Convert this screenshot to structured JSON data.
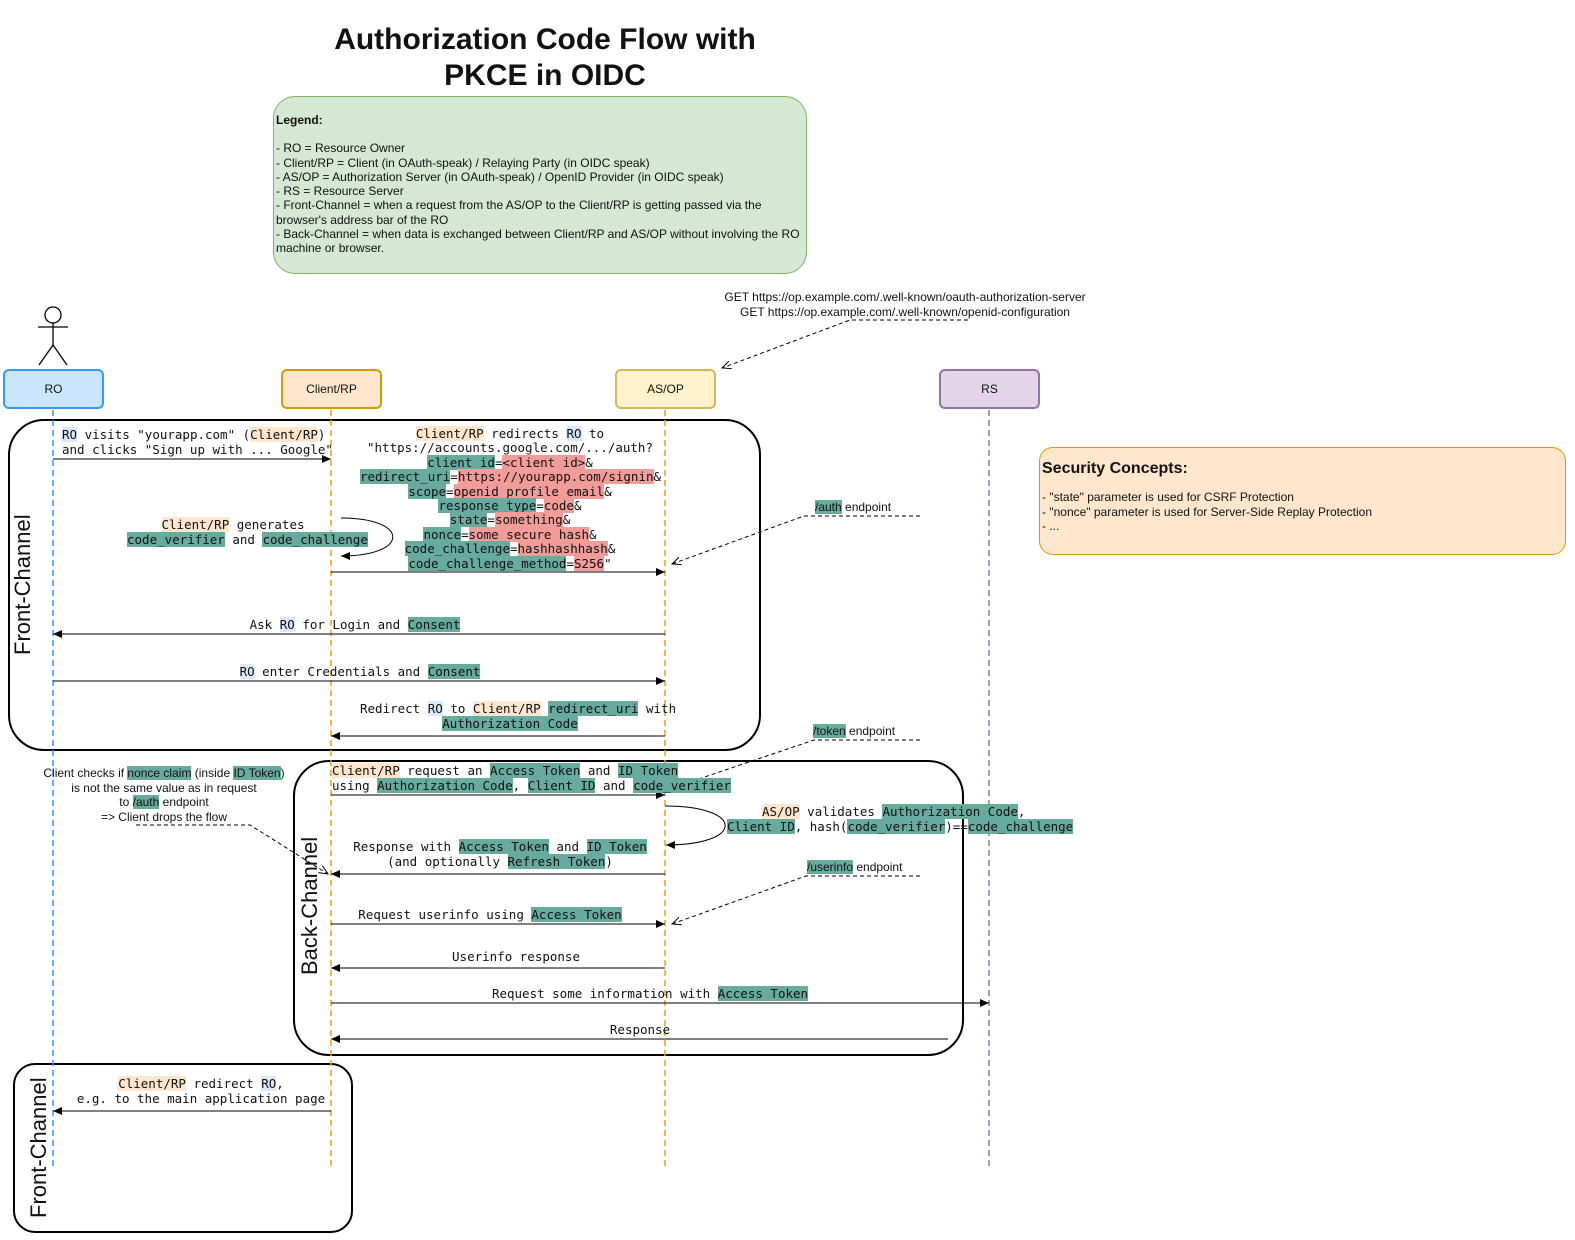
{
  "title": {
    "line1": "Authorization Code Flow with",
    "line2": "PKCE in OIDC"
  },
  "legend": {
    "heading": "Legend:",
    "items": [
      "- RO = Resource Owner",
      "- Client/RP = Client (in OAuth-speak) / Relaying Party (in OIDC speak)",
      "- AS/OP = Authorization Server (in OAuth-speak) / OpenID Provider (in OIDC speak)",
      "- RS = Resource Server",
      "- Front-Channel = when a request from the AS/OP to the Client/RP is getting passed via the browser's address bar of the RO",
      "- Back-Channel = when data is exchanged between Client/RP and AS/OP without involving the RO machine or browser."
    ]
  },
  "security": {
    "heading": "Security Concepts:",
    "items": [
      "- \"state\" parameter is used for CSRF Protection",
      "- \"nonce\" parameter is used for Server-Side Replay Protection",
      "- ..."
    ]
  },
  "wellknown": {
    "line1": "GET https://op.example.com/.well-known/oauth-authorization-server",
    "line2": "GET https://op.example.com/.well-known/openid-configuration"
  },
  "actors": {
    "ro": "RO",
    "client": "Client/RP",
    "asop": "AS/OP",
    "rs": "RS"
  },
  "regions": {
    "front1": "Front-Channel",
    "back": "Back-Channel",
    "front2": "Front-Channel"
  },
  "endpoints": {
    "auth": {
      "code": "/auth",
      "text": " endpoint"
    },
    "token": {
      "code": "/token",
      "text": " endpoint"
    },
    "userinfo": {
      "code": "/userinfo",
      "text": " endpoint"
    }
  },
  "messages": {
    "m1": {
      "ro": "RO",
      "visits": " visits \"yourapp.com\" (",
      "client": "Client/RP",
      "close": ")",
      "line2": "and clicks \"Sign up with ... Google\""
    },
    "m2": {
      "client": "Client/RP",
      "generates": " generates",
      "verifier": "code_verifier",
      "and": " and ",
      "challenge": "code_challenge"
    },
    "m3": {
      "client": "Client/RP",
      "redirects": " redirects ",
      "ro": "RO",
      "to": " to",
      "url": "\"https://accounts.google.com/.../auth?",
      "p_client_id": "client_id",
      "v_client_id": "<client_id>",
      "p_redirect_uri": "redirect_uri",
      "v_redirect_uri": "https://yourapp.com/signin",
      "p_scope": "scope",
      "v_scope": "openid profile email",
      "p_response_type": "response_type",
      "v_response_type": "code",
      "p_state": "state",
      "v_state": "something",
      "p_nonce": "nonce",
      "v_nonce": "some_secure_hash",
      "p_code_challenge": "code_challenge",
      "v_code_challenge": "hashhashhash",
      "p_method": "code_challenge_method",
      "v_method": "S256",
      "eq": "=",
      "amp": "&",
      "endq": "\""
    },
    "m4": {
      "ask": "Ask ",
      "ro": "RO",
      "rest": " for Login and ",
      "consent": "Consent"
    },
    "m5": {
      "ro": "RO",
      "rest": " enter Credentials and ",
      "consent": "Consent"
    },
    "m6": {
      "redirect": "Redirect ",
      "ro": "RO",
      "to": " to ",
      "client": "Client/RP",
      "space": " ",
      "redirect_uri": "redirect_uri",
      "with": " with",
      "code": "Authorization Code"
    },
    "m7": {
      "client": "Client/RP",
      "request": " request an ",
      "at": "Access Token",
      "and": " and ",
      "idt": "ID Token",
      "using": "using ",
      "code": "Authorization Code",
      "comma": ", ",
      "cid": "Client ID",
      "and2": " and ",
      "verifier": "code_verifier"
    },
    "m8": {
      "asop": "AS/OP",
      "validates": " validates ",
      "code": "Authorization Code",
      "comma": ",",
      "cid": "Client ID",
      "hash": ", hash(",
      "verifier": "code_verifier",
      "eq": ")==",
      "challenge": "code_challenge"
    },
    "m9": {
      "resp": "Response with ",
      "at": "Access Token",
      "and": " and ",
      "idt": "ID Token",
      "opt": "(and optionally ",
      "rt": "Refresh Token",
      "close": ")"
    },
    "m10": {
      "req": "Request userinfo using ",
      "at": "Access Token"
    },
    "m11": {
      "text": "Userinfo response"
    },
    "m12": {
      "req": "Request some information with ",
      "at": "Access Token"
    },
    "m13": {
      "text": "Response"
    },
    "m14": {
      "client": "Client/RP",
      "redirect": " redirect ",
      "ro": "RO",
      "comma": ",",
      "line2": "e.g. to the main application page"
    }
  },
  "nonce_note": {
    "l1a": "Client checks if ",
    "nonce": "nonce claim",
    "l1b": " (inside ",
    "idt": "ID Token",
    "l1c": ")",
    "l2": "is not the same value as in request",
    "l3a": "to ",
    "auth": "/auth",
    "l3b": " endpoint",
    "l4": "=> Client drops the flow"
  },
  "colors": {
    "ro": "#3399ff",
    "client": "#e6a117",
    "asop": "#d6b656",
    "rs": "#9673a6",
    "hl_blue": "#dae8fc",
    "hl_orange": "#ffe6cc",
    "hl_green": "#67ab9f",
    "hl_red": "#f19c99"
  }
}
